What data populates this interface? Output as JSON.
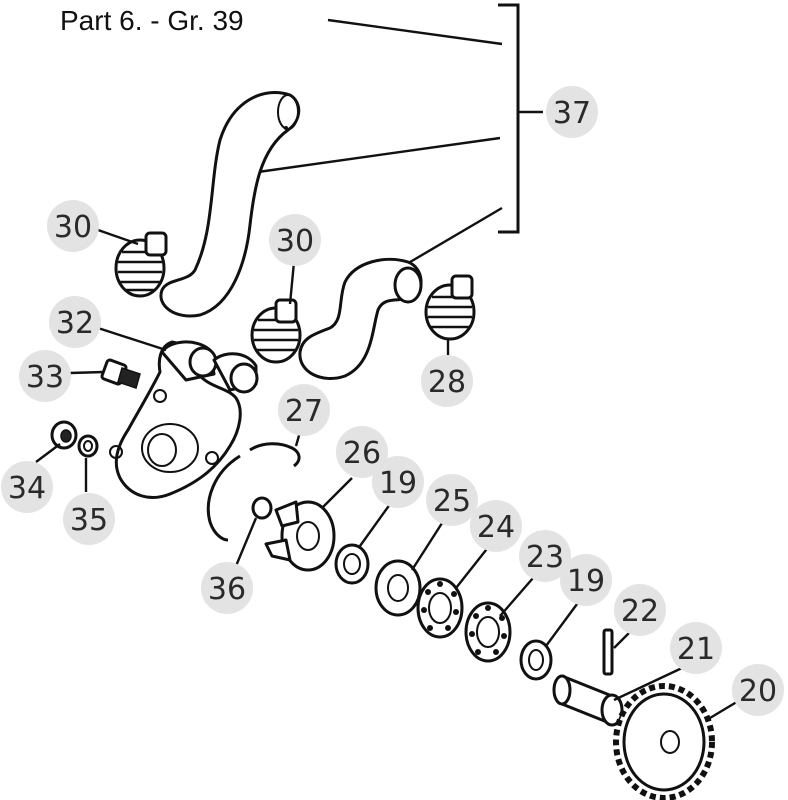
{
  "title": "Part 6. - Gr. 39",
  "labels": {
    "l37": "37",
    "l30a": "30",
    "l30b": "30",
    "l28": "28",
    "l32": "32",
    "l33": "33",
    "l34": "34",
    "l35": "35",
    "l27": "27",
    "l26": "26",
    "l36": "36",
    "l19a": "19",
    "l25": "25",
    "l24": "24",
    "l23": "23",
    "l19b": "19",
    "l22": "22",
    "l21": "21",
    "l20": "20"
  },
  "colors": {
    "bubble": "#e3e3e3",
    "ink": "#111111",
    "label": "#2a2a2a"
  }
}
